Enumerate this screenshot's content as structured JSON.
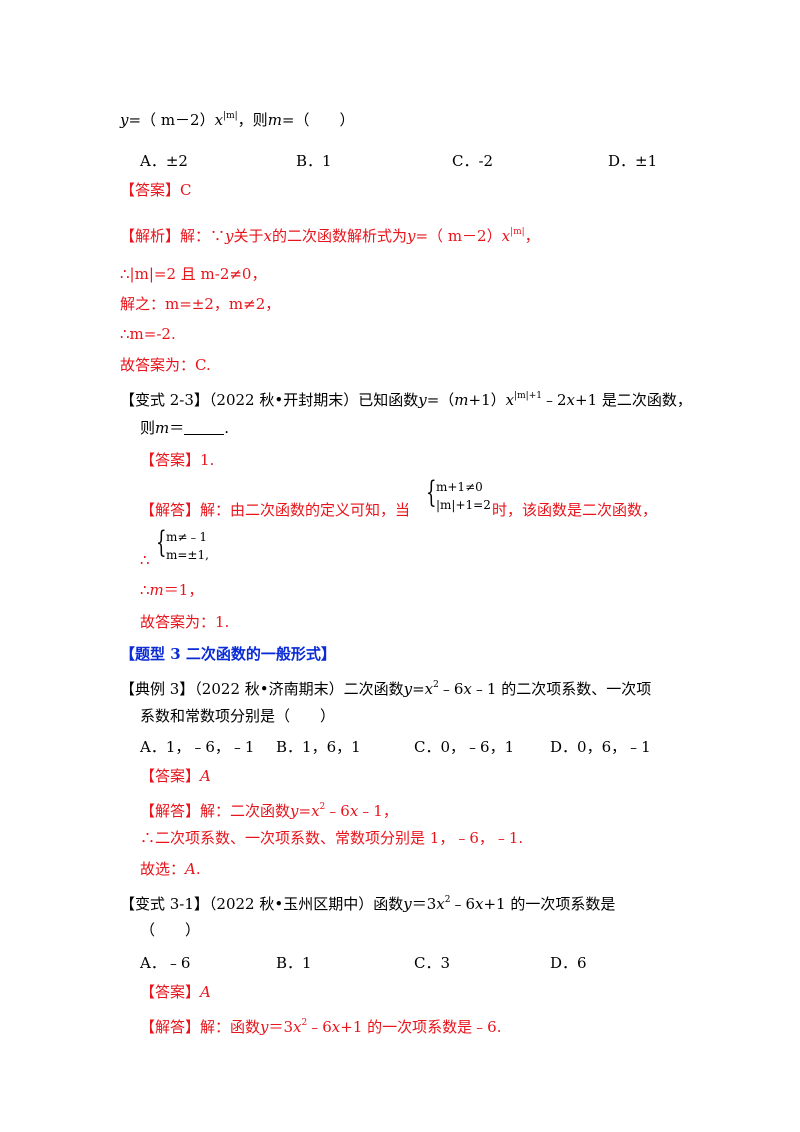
{
  "q0": {
    "stem_y": "y",
    "stem_mid": "=（ m－2）",
    "stem_x": "x",
    "stem_exp": "|m|",
    "stem_tail": "，则",
    "stem_m": "m",
    "stem_end": "=（　　）",
    "options": [
      "A．±2",
      "B．1",
      "C．-2",
      "D．±1"
    ],
    "answer": "【答案】C",
    "analysis_head": "【解析】解：∵",
    "analysis_y": "y",
    "analysis_mid": "关于",
    "analysis_x": "x",
    "analysis_mid2": "的二次函数解析式为",
    "analysis_y2": "y",
    "analysis_expr": "=（ m－2）",
    "analysis_x2": "x",
    "analysis_exp": "|m|",
    "analysis_end": "，",
    "steps": [
      "∴|m|=2 且 m-2≠0，",
      "解之：m=±2，m≠2，",
      "∴m=-2.",
      "故答案为：C."
    ]
  },
  "v23": {
    "head": "【变式 2-3】（2022 秋•开封期末）已知函数",
    "y": "y",
    "eq": "=（",
    "m": "m",
    "plus1": "+1）",
    "x": "x",
    "exp": "|m|+1",
    "rest": "﹣2",
    "x2": "x",
    "tail": "+1 是二次函数，",
    "line2_a": "则",
    "line2_m": "m",
    "line2_eq": "＝",
    "line2_end": ".",
    "answer": "【答案】1.",
    "explain_a": "【解答】解：由二次函数的定义可知，当",
    "explain_b": "时，该函数是二次函数，",
    "system1": [
      "m+1≠0",
      "|m|+1=2"
    ],
    "system2_prefix": "∴",
    "system2": [
      "m≠﹣1",
      "m=±1,"
    ],
    "result_prefix": "∴",
    "result_m": "m",
    "result_tail": "＝1，",
    "final": "故答案为：1."
  },
  "section3": {
    "title": "【题型 3  二次函数的一般形式】"
  },
  "ex3": {
    "head": "【典例 3】（2022 秋•济南期末）二次函数",
    "y": "y",
    "eq": "=",
    "x": "x",
    "exp": "2",
    "rest": "﹣6",
    "x2": "x",
    "tail": "﹣1 的二次项系数、一次项",
    "line2": "系数和常数项分别是（　　）",
    "options": [
      "A．1，﹣6，﹣1",
      "B．1，6，1",
      "C．0，﹣6，1",
      "D．0，6，﹣1"
    ],
    "answer_head": "【答案】",
    "answer_val": "A",
    "explain_head": "【解答】解：二次函数",
    "explain_y": "y",
    "explain_eq": "=",
    "explain_x": "x",
    "explain_exp": "2",
    "explain_rest": "﹣6",
    "explain_x2": "x",
    "explain_tail": "﹣1，",
    "conclusion": "∴二次项系数、一次项系数、常数项分别是 1，﹣6，﹣1.",
    "choose_head": "故选：",
    "choose_val": "A",
    "choose_end": "."
  },
  "v31": {
    "head": "【变式 3-1】（2022 秋•玉州区期中）函数",
    "y": "y",
    "eq": "＝3",
    "x": "x",
    "exp": "2",
    "rest": "﹣6",
    "x2": "x",
    "tail": "+1 的一次项系数是",
    "line2": "（　　）",
    "options": [
      "A．﹣6",
      "B．1",
      "C．3",
      "D．6"
    ],
    "answer_head": "【答案】",
    "answer_val": "A",
    "explain_head": "【解答】解：函数",
    "explain_y": "y",
    "explain_eq": "＝3",
    "explain_x": "x",
    "explain_exp": "2",
    "explain_rest": "﹣6",
    "explain_x2": "x",
    "explain_tail": "+1 的一次项系数是﹣6."
  }
}
